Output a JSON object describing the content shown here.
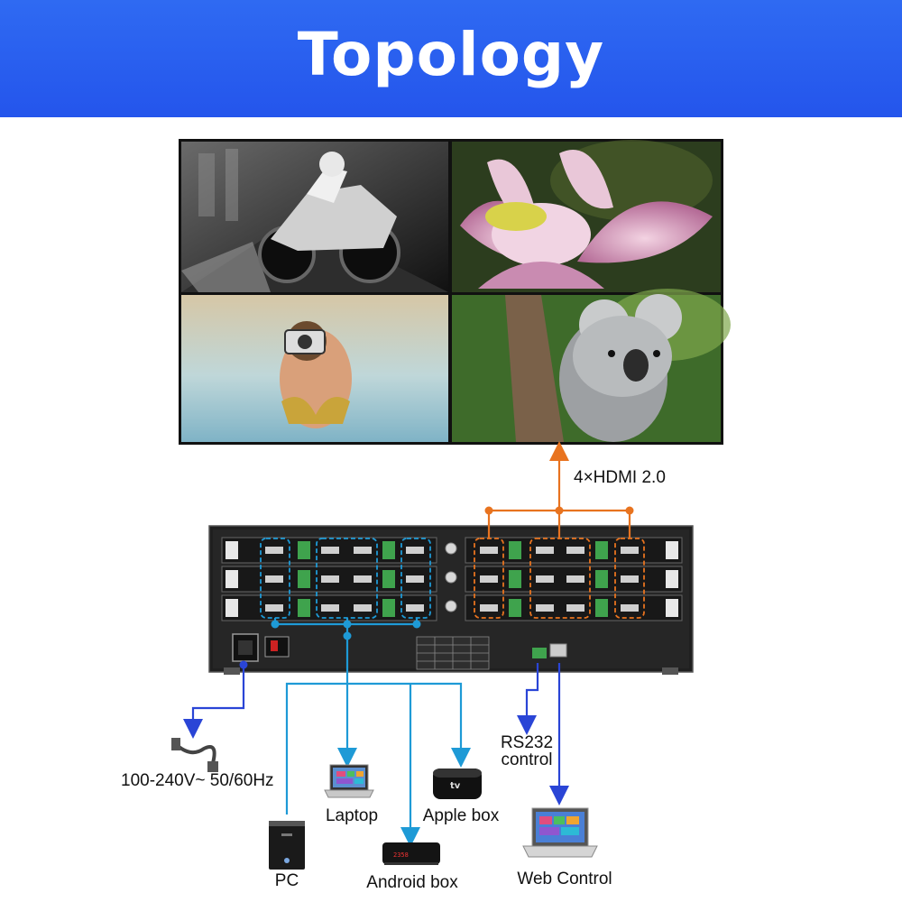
{
  "title": "Topology",
  "hdmi_output_label": "4×HDMI 2.0",
  "power": {
    "label": "100-240V~ 50/60Hz"
  },
  "rs232": {
    "line1": "RS232",
    "line2": "control"
  },
  "devices": {
    "pc": "PC",
    "laptop": "Laptop",
    "android_box": "Android box",
    "apple_box": "Apple box",
    "web_control": "Web Control"
  },
  "colors": {
    "header": "#2a5ff0",
    "input_lines": "#1e9ad6",
    "output_lines": "#e8731f",
    "control_lines": "#2a45d6"
  }
}
